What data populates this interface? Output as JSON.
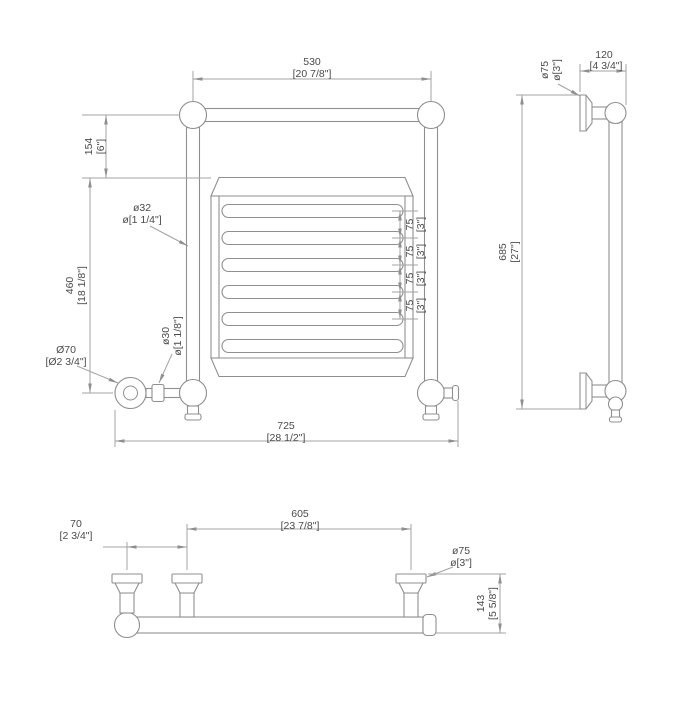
{
  "front": {
    "w530": {
      "mm": "530",
      "imp": "[20 7/8\"]"
    },
    "h154": {
      "mm": "154",
      "imp": "[6\"]"
    },
    "d32": {
      "mm": "ø32",
      "imp": "ø[1 1/4\"]"
    },
    "h460": {
      "mm": "460",
      "imp": "[18 1/8\"]"
    },
    "d70": {
      "mm": "Ø70",
      "imp": "[Ø2 3/4\"]"
    },
    "d30": {
      "mm": "ø30",
      "imp": "ø[1 1/8\"]"
    },
    "w725": {
      "mm": "725",
      "imp": "[28 1/2\"]"
    },
    "pitch75": {
      "mm": "75",
      "imp": "[3\"]"
    }
  },
  "side": {
    "d75": {
      "mm": "ø75",
      "imp": "ø[3\"]"
    },
    "w120": {
      "mm": "120",
      "imp": "[4 3/4\"]"
    },
    "h685": {
      "mm": "685",
      "imp": "[27\"]"
    }
  },
  "bottom": {
    "off70": {
      "mm": "70",
      "imp": "[2 3/4\"]"
    },
    "w605": {
      "mm": "605",
      "imp": "[23 7/8\"]"
    },
    "d75": {
      "mm": "ø75",
      "imp": "ø[3\"]"
    },
    "h143": {
      "mm": "143",
      "imp": "[5 5/8\"]"
    }
  }
}
